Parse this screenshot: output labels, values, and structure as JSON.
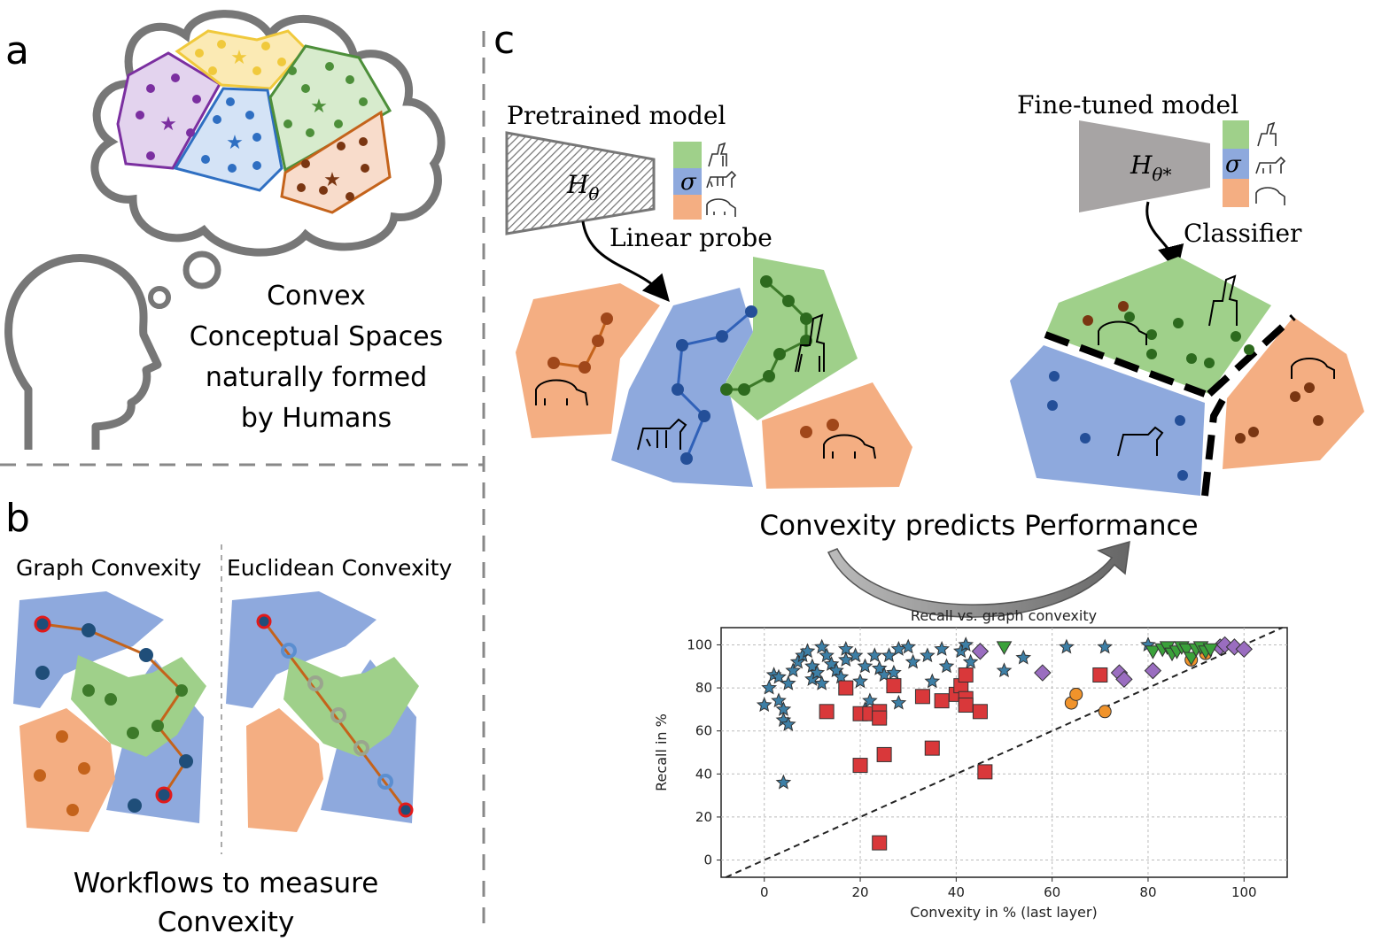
{
  "panels": {
    "a": {
      "letter": "a",
      "caption_lines": [
        "Convex",
        "Conceptual Spaces",
        "naturally formed",
        "by Humans"
      ]
    },
    "b": {
      "letter": "b",
      "left_title": "Graph Convexity",
      "right_title": "Euclidean Convexity",
      "caption_lines": [
        "Workflows to measure",
        "Convexity"
      ]
    },
    "c": {
      "letter": "c",
      "pretrained_label": "Pretrained model",
      "finetuned_label": "Fine-tuned model",
      "linear_probe_label": "Linear probe",
      "classifier_label": "Classifier",
      "sigma": "σ",
      "h_theta": "H",
      "h_theta_sub": "θ",
      "h_theta_star_sub": "θ*",
      "headline": "Convexity predicts Performance"
    }
  },
  "colors": {
    "purple": "#7b2fa0",
    "yellow": "#f2d36a",
    "blue": "#4a7bc8",
    "green": "#4d8f3a",
    "orange": "#c4631b",
    "green_fill": "#9fd08a",
    "blue_fill": "#8ea9dd",
    "orange_fill": "#f4ae82"
  },
  "chart_data": {
    "type": "scatter",
    "title": "Recall vs. graph convexity",
    "xlabel": "Convexity in % (last layer)",
    "ylabel": "Recall in %",
    "xlim": [
      -9,
      109
    ],
    "ylim": [
      -8,
      108
    ],
    "xticks": [
      0,
      20,
      40,
      60,
      80,
      100
    ],
    "yticks": [
      0,
      20,
      40,
      60,
      80,
      100
    ],
    "grid": true,
    "diagonal": "dashed y = x",
    "series": [
      {
        "marker": "star",
        "color": "#3d7fa6",
        "points": [
          [
            0,
            72
          ],
          [
            1,
            80
          ],
          [
            2,
            86
          ],
          [
            3,
            85
          ],
          [
            3,
            74
          ],
          [
            4,
            70
          ],
          [
            4,
            65
          ],
          [
            5,
            63
          ],
          [
            4,
            36
          ],
          [
            5,
            82
          ],
          [
            6,
            88
          ],
          [
            7,
            92
          ],
          [
            8,
            95
          ],
          [
            9,
            97
          ],
          [
            10,
            90
          ],
          [
            10,
            84
          ],
          [
            11,
            87
          ],
          [
            12,
            82
          ],
          [
            12,
            99
          ],
          [
            13,
            95
          ],
          [
            14,
            91
          ],
          [
            15,
            88
          ],
          [
            16,
            85
          ],
          [
            17,
            98
          ],
          [
            17,
            93
          ],
          [
            19,
            95
          ],
          [
            20,
            83
          ],
          [
            21,
            90
          ],
          [
            21,
            70
          ],
          [
            22,
            74
          ],
          [
            23,
            95
          ],
          [
            24,
            89
          ],
          [
            25,
            86
          ],
          [
            26,
            95
          ],
          [
            27,
            87
          ],
          [
            28,
            98
          ],
          [
            28,
            73
          ],
          [
            30,
            99
          ],
          [
            31,
            92
          ],
          [
            34,
            95
          ],
          [
            35,
            83
          ],
          [
            37,
            98
          ],
          [
            38,
            90
          ],
          [
            41,
            97
          ],
          [
            42,
            100
          ],
          [
            43,
            92
          ],
          [
            50,
            88
          ],
          [
            54,
            94
          ],
          [
            63,
            99
          ],
          [
            71,
            99
          ],
          [
            80,
            100
          ]
        ]
      },
      {
        "marker": "square",
        "color": "#d9383a",
        "points": [
          [
            13,
            69
          ],
          [
            17,
            80
          ],
          [
            20,
            68
          ],
          [
            20,
            44
          ],
          [
            22,
            68
          ],
          [
            24,
            69
          ],
          [
            24,
            66
          ],
          [
            25,
            49
          ],
          [
            27,
            81
          ],
          [
            24,
            8
          ],
          [
            33,
            76
          ],
          [
            35,
            52
          ],
          [
            37,
            74
          ],
          [
            40,
            77
          ],
          [
            41,
            81
          ],
          [
            42,
            86
          ],
          [
            42,
            75
          ],
          [
            42,
            72
          ],
          [
            45,
            69
          ],
          [
            46,
            41
          ],
          [
            70,
            86
          ]
        ]
      },
      {
        "marker": "diamond",
        "color": "#9a6dc0",
        "points": [
          [
            45,
            97
          ],
          [
            58,
            87
          ],
          [
            74,
            87
          ],
          [
            75,
            84
          ],
          [
            81,
            88
          ],
          [
            95,
            99
          ],
          [
            96,
            100
          ],
          [
            98,
            99
          ],
          [
            100,
            98
          ]
        ]
      },
      {
        "marker": "circle",
        "color": "#f0932b",
        "points": [
          [
            64,
            73
          ],
          [
            65,
            77
          ],
          [
            71,
            69
          ],
          [
            89,
            93
          ],
          [
            92,
            96
          ]
        ]
      },
      {
        "marker": "triangle",
        "color": "#3aa13a",
        "points": [
          [
            50,
            99
          ],
          [
            81,
            97
          ],
          [
            83,
            98
          ],
          [
            84,
            99
          ],
          [
            85,
            96
          ],
          [
            86,
            97
          ],
          [
            87,
            99
          ],
          [
            88,
            98
          ],
          [
            89,
            94
          ],
          [
            90,
            98
          ],
          [
            91,
            99
          ],
          [
            92,
            97
          ],
          [
            93,
            98
          ]
        ]
      }
    ]
  }
}
